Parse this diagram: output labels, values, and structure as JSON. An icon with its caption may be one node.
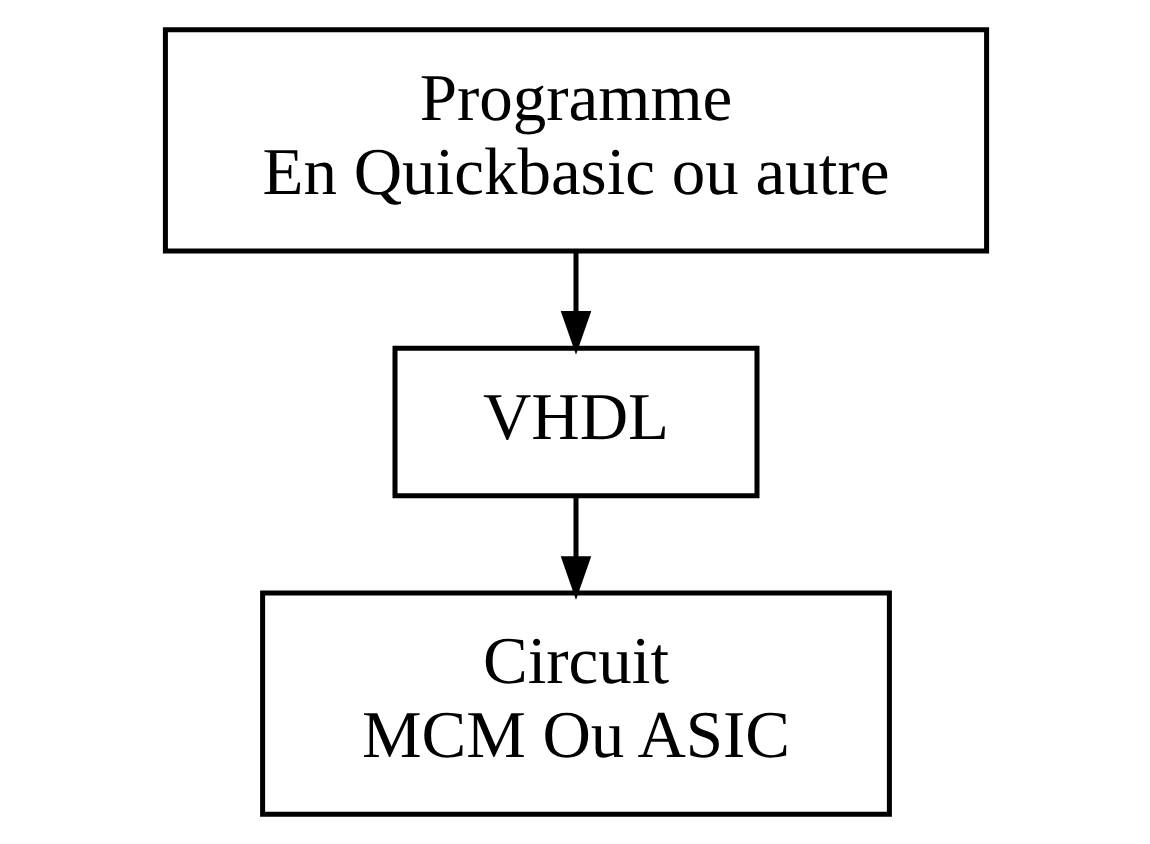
{
  "diagram": {
    "nodes": [
      {
        "text": [
          "Programme",
          "En Quickbasic ou autre"
        ]
      },
      {
        "text": [
          "VHDL"
        ]
      },
      {
        "text": [
          "Circuit",
          "MCM Ou ASIC"
        ]
      }
    ],
    "edges": [
      {
        "from": 0,
        "to": 1,
        "arrow": "to"
      },
      {
        "from": 1,
        "to": 2,
        "arrow": "to"
      }
    ]
  }
}
